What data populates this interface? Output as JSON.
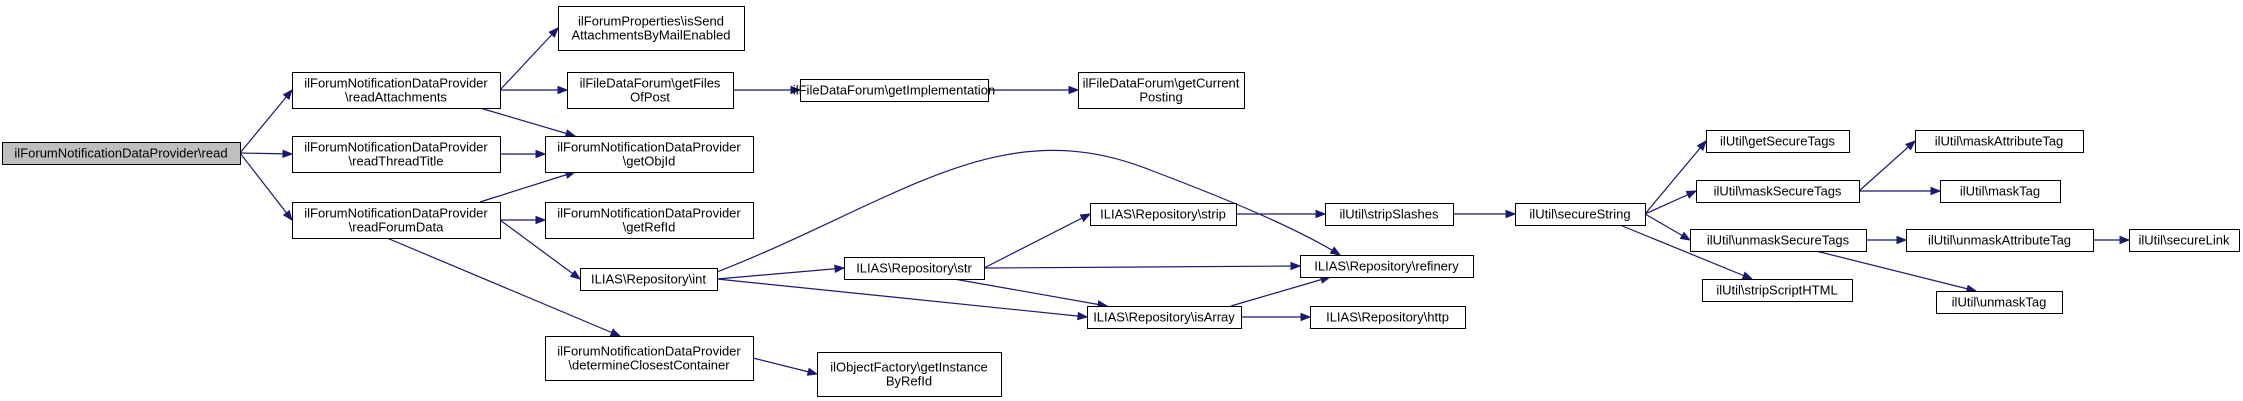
{
  "diagram": {
    "nodes": [
      {
        "id": "read",
        "lines": [
          "ilForumNotificationDataProvider\\read"
        ],
        "root": true
      },
      {
        "id": "readAttachments",
        "lines": [
          "ilForumNotificationDataProvider",
          "\\readAttachments"
        ]
      },
      {
        "id": "readThreadTitle",
        "lines": [
          "ilForumNotificationDataProvider",
          "\\readThreadTitle"
        ]
      },
      {
        "id": "readForumData",
        "lines": [
          "ilForumNotificationDataProvider",
          "\\readForumData"
        ]
      },
      {
        "id": "isSendAttachments",
        "lines": [
          "ilForumProperties\\isSend",
          "AttachmentsByMailEnabled"
        ]
      },
      {
        "id": "getFilesOfPost",
        "lines": [
          "ilFileDataForum\\getFiles",
          "OfPost"
        ]
      },
      {
        "id": "getObjId",
        "lines": [
          "ilForumNotificationDataProvider",
          "\\getObjId"
        ]
      },
      {
        "id": "getRefId",
        "lines": [
          "ilForumNotificationDataProvider",
          "\\getRefId"
        ]
      },
      {
        "id": "int",
        "lines": [
          "ILIAS\\Repository\\int"
        ]
      },
      {
        "id": "determineClosest",
        "lines": [
          "ilForumNotificationDataProvider",
          "\\determineClosestContainer"
        ]
      },
      {
        "id": "getImplementation",
        "lines": [
          "ilFileDataForum\\getImplementation"
        ]
      },
      {
        "id": "getCurrentPosting",
        "lines": [
          "ilFileDataForum\\getCurrent",
          "Posting"
        ]
      },
      {
        "id": "str",
        "lines": [
          "ILIAS\\Repository\\str"
        ]
      },
      {
        "id": "getInstanceByRefId",
        "lines": [
          "ilObjectFactory\\getInstance",
          "ByRefId"
        ]
      },
      {
        "id": "strip",
        "lines": [
          "ILIAS\\Repository\\strip"
        ]
      },
      {
        "id": "isArray",
        "lines": [
          "ILIAS\\Repository\\isArray"
        ]
      },
      {
        "id": "stripSlashes",
        "lines": [
          "ilUtil\\stripSlashes"
        ]
      },
      {
        "id": "refinery",
        "lines": [
          "ILIAS\\Repository\\refinery"
        ]
      },
      {
        "id": "http",
        "lines": [
          "ILIAS\\Repository\\http"
        ]
      },
      {
        "id": "secureString",
        "lines": [
          "ilUtil\\secureString"
        ]
      },
      {
        "id": "getSecureTags",
        "lines": [
          "ilUtil\\getSecureTags"
        ]
      },
      {
        "id": "maskSecureTags",
        "lines": [
          "ilUtil\\maskSecureTags"
        ]
      },
      {
        "id": "unmaskSecureTags",
        "lines": [
          "ilUtil\\unmaskSecureTags"
        ]
      },
      {
        "id": "stripScriptHTML",
        "lines": [
          "ilUtil\\stripScriptHTML"
        ]
      },
      {
        "id": "maskAttributeTag",
        "lines": [
          "ilUtil\\maskAttributeTag"
        ]
      },
      {
        "id": "maskTag",
        "lines": [
          "ilUtil\\maskTag"
        ]
      },
      {
        "id": "unmaskAttributeTag",
        "lines": [
          "ilUtil\\unmaskAttributeTag"
        ]
      },
      {
        "id": "unmaskTag",
        "lines": [
          "ilUtil\\unmaskTag"
        ]
      },
      {
        "id": "secureLink",
        "lines": [
          "ilUtil\\secureLink"
        ]
      }
    ],
    "edges": [
      {
        "from": "read",
        "to": "readAttachments"
      },
      {
        "from": "read",
        "to": "readThreadTitle"
      },
      {
        "from": "read",
        "to": "readForumData"
      },
      {
        "from": "readAttachments",
        "to": "isSendAttachments"
      },
      {
        "from": "readAttachments",
        "to": "getFilesOfPost"
      },
      {
        "from": "readAttachments",
        "to": "getObjId"
      },
      {
        "from": "readThreadTitle",
        "to": "getObjId"
      },
      {
        "from": "readForumData",
        "to": "getObjId"
      },
      {
        "from": "readForumData",
        "to": "getRefId"
      },
      {
        "from": "readForumData",
        "to": "int"
      },
      {
        "from": "readForumData",
        "to": "determineClosest"
      },
      {
        "from": "getFilesOfPost",
        "to": "getImplementation"
      },
      {
        "from": "getImplementation",
        "to": "getCurrentPosting"
      },
      {
        "from": "int",
        "to": "str"
      },
      {
        "from": "int",
        "to": "refinery"
      },
      {
        "from": "int",
        "to": "isArray"
      },
      {
        "from": "determineClosest",
        "to": "getInstanceByRefId"
      },
      {
        "from": "str",
        "to": "strip"
      },
      {
        "from": "str",
        "to": "refinery"
      },
      {
        "from": "str",
        "to": "isArray"
      },
      {
        "from": "strip",
        "to": "stripSlashes"
      },
      {
        "from": "isArray",
        "to": "refinery"
      },
      {
        "from": "isArray",
        "to": "http"
      },
      {
        "from": "stripSlashes",
        "to": "secureString"
      },
      {
        "from": "secureString",
        "to": "getSecureTags"
      },
      {
        "from": "secureString",
        "to": "maskSecureTags"
      },
      {
        "from": "secureString",
        "to": "unmaskSecureTags"
      },
      {
        "from": "secureString",
        "to": "stripScriptHTML"
      },
      {
        "from": "maskSecureTags",
        "to": "maskAttributeTag"
      },
      {
        "from": "maskSecureTags",
        "to": "maskTag"
      },
      {
        "from": "unmaskSecureTags",
        "to": "unmaskAttributeTag"
      },
      {
        "from": "unmaskSecureTags",
        "to": "unmaskTag"
      },
      {
        "from": "unmaskAttributeTag",
        "to": "secureLink"
      }
    ]
  }
}
